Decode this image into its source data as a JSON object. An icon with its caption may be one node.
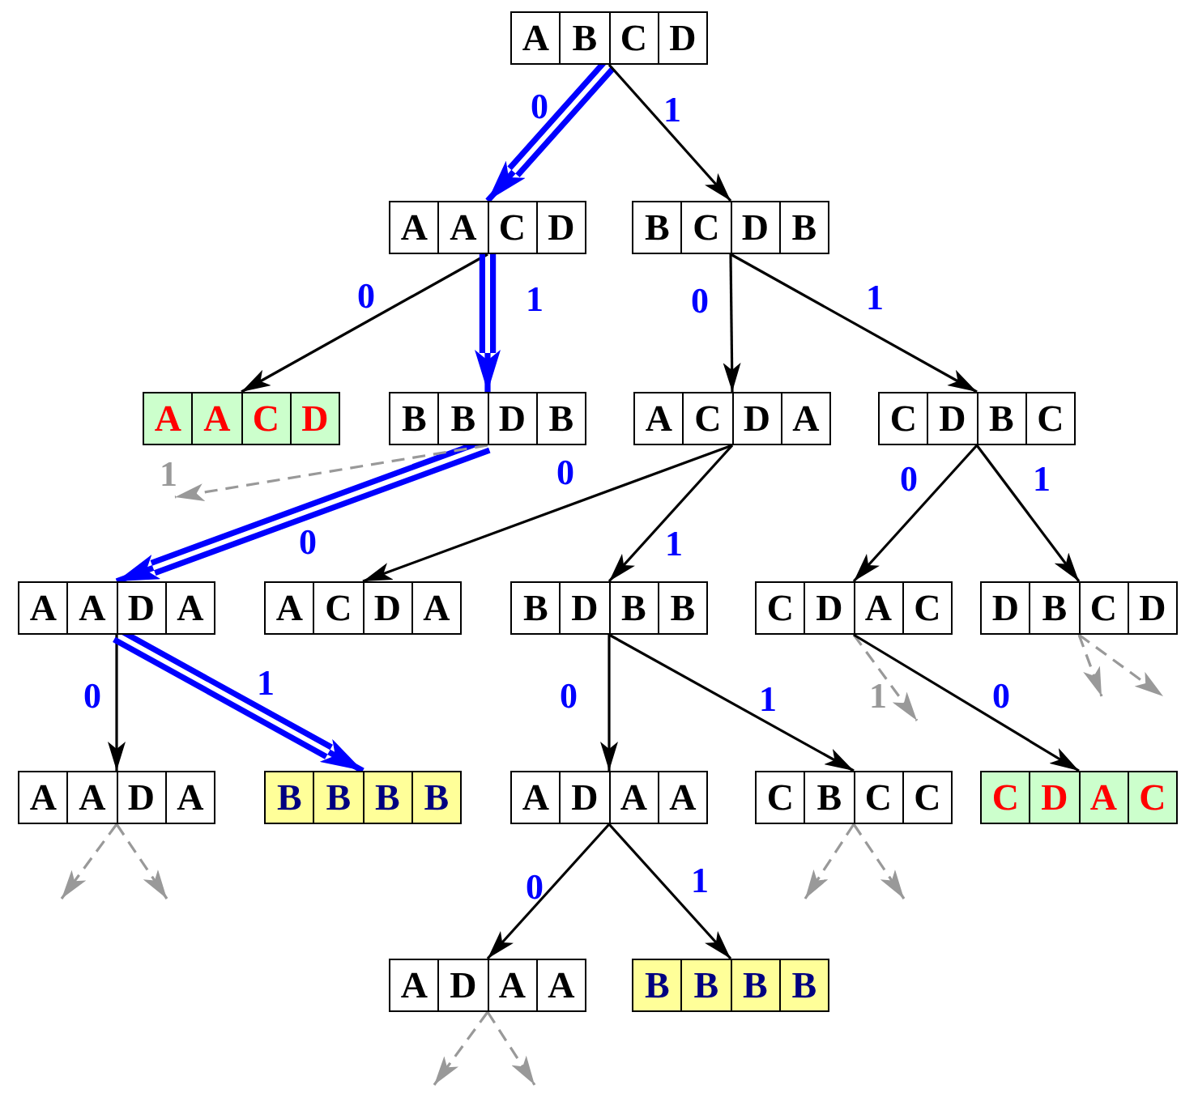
{
  "diagram": {
    "nodes": [
      {
        "text": [
          "A",
          "B",
          "C",
          "D"
        ]
      },
      {
        "text": [
          "A",
          "A",
          "C",
          "D"
        ]
      },
      {
        "text": [
          "B",
          "C",
          "D",
          "B"
        ]
      },
      {
        "text": [
          "A",
          "A",
          "C",
          "D"
        ]
      },
      {
        "text": [
          "B",
          "B",
          "D",
          "B"
        ]
      },
      {
        "text": [
          "A",
          "C",
          "D",
          "A"
        ]
      },
      {
        "text": [
          "C",
          "D",
          "B",
          "C"
        ]
      },
      {
        "text": [
          "A",
          "A",
          "D",
          "A"
        ]
      },
      {
        "text": [
          "A",
          "C",
          "D",
          "A"
        ]
      },
      {
        "text": [
          "B",
          "D",
          "B",
          "B"
        ]
      },
      {
        "text": [
          "C",
          "D",
          "A",
          "C"
        ]
      },
      {
        "text": [
          "D",
          "B",
          "C",
          "D"
        ]
      },
      {
        "text": [
          "A",
          "A",
          "D",
          "A"
        ]
      },
      {
        "text": [
          "B",
          "B",
          "B",
          "B"
        ]
      },
      {
        "text": [
          "A",
          "D",
          "A",
          "A"
        ]
      },
      {
        "text": [
          "C",
          "B",
          "C",
          "C"
        ]
      },
      {
        "text": [
          "C",
          "D",
          "A",
          "C"
        ]
      },
      {
        "text": [
          "A",
          "D",
          "A",
          "A"
        ]
      },
      {
        "text": [
          "B",
          "B",
          "B",
          "B"
        ]
      }
    ],
    "edges": [
      {
        "from": 0,
        "to": 1,
        "arrow": "to",
        "label": "0",
        "style": "thick",
        "color": "#0000ff"
      },
      {
        "from": 0,
        "to": 2,
        "arrow": "to",
        "label": "1"
      },
      {
        "from": 1,
        "to": 3,
        "arrow": "to",
        "label": "0"
      },
      {
        "from": 1,
        "to": 4,
        "arrow": "to",
        "label": "1",
        "style": "thick",
        "color": "#0000ff"
      },
      {
        "from": 2,
        "to": 5,
        "arrow": "to",
        "label": "0"
      },
      {
        "from": 2,
        "to": 6,
        "arrow": "to",
        "label": "1"
      },
      {
        "from": 4,
        "to": 7,
        "arrow": "to",
        "label": "0",
        "style": "thick",
        "color": "#0000ff"
      },
      {
        "from": 4,
        "to": null,
        "arrow": "to",
        "label": "1",
        "style": "dashed",
        "color": "#999999"
      },
      {
        "from": 5,
        "to": 8,
        "arrow": "to",
        "label": "0"
      },
      {
        "from": 5,
        "to": 9,
        "arrow": "to",
        "label": "1"
      },
      {
        "from": 6,
        "to": 10,
        "arrow": "to",
        "label": "0"
      },
      {
        "from": 6,
        "to": 11,
        "arrow": "to",
        "label": "1"
      },
      {
        "from": 7,
        "to": 12,
        "arrow": "to",
        "label": "0"
      },
      {
        "from": 7,
        "to": 13,
        "arrow": "to",
        "label": "1",
        "style": "thick",
        "color": "#0000ff"
      },
      {
        "from": 9,
        "to": 14,
        "arrow": "to",
        "label": "0"
      },
      {
        "from": 9,
        "to": 15,
        "arrow": "to",
        "label": "1"
      },
      {
        "from": 10,
        "to": null,
        "arrow": "to",
        "label": "1",
        "style": "dashed",
        "color": "#999999"
      },
      {
        "from": 10,
        "to": 16,
        "arrow": "to",
        "label": "0"
      },
      {
        "from": 11,
        "to": null,
        "arrow": "to",
        "style": "dashed",
        "color": "#999999"
      },
      {
        "from": 11,
        "to": null,
        "arrow": "to",
        "style": "dashed",
        "color": "#999999"
      },
      {
        "from": 12,
        "to": null,
        "arrow": "to",
        "style": "dashed",
        "color": "#999999"
      },
      {
        "from": 12,
        "to": null,
        "arrow": "to",
        "style": "dashed",
        "color": "#999999"
      },
      {
        "from": 14,
        "to": 17,
        "arrow": "to",
        "label": "0"
      },
      {
        "from": 14,
        "to": 18,
        "arrow": "to",
        "label": "1"
      },
      {
        "from": 15,
        "to": null,
        "arrow": "to",
        "style": "dashed",
        "color": "#999999"
      },
      {
        "from": 15,
        "to": null,
        "arrow": "to",
        "style": "dashed",
        "color": "#999999"
      },
      {
        "from": 17,
        "to": null,
        "arrow": "to",
        "style": "dashed",
        "color": "#999999"
      },
      {
        "from": 17,
        "to": null,
        "arrow": "to",
        "style": "dashed",
        "color": "#999999"
      }
    ]
  }
}
